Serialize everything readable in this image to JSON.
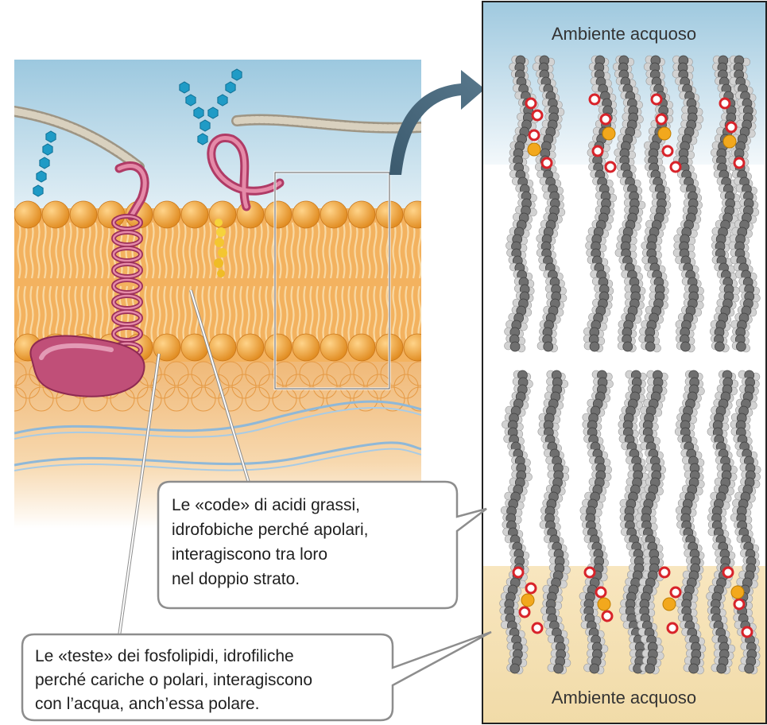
{
  "diagram": {
    "right_panel": {
      "top_label": "Ambiente acquoso",
      "bottom_label": "Ambiente acquoso"
    },
    "callouts": {
      "tails": {
        "lines": [
          "Le «code» di acidi grassi,",
          "idrofobiche perché apolari,",
          "interagiscono tra loro",
          "nel doppio strato."
        ]
      },
      "heads": {
        "lines": [
          "Le «teste» dei fosfolipidi, idrofiliche",
          "perché cariche o polari, interagiscono",
          "con l’acqua, anch’essa polare."
        ]
      }
    },
    "colors": {
      "water_top": "#a9cfe3",
      "water_bottom": "#f3dfae",
      "lipid_head": "#f0a63a",
      "lipid_tail": "#f5c77e",
      "protein": "#c2567a",
      "sugar_chain": "#1f9bc6",
      "fiber": "#b8b0a0",
      "carbon_atom": "#6f6f6f",
      "hydrogen_atom": "#d2d2d2",
      "oxygen_atom": "#d8232a",
      "phosphorus_atom": "#f2a81d"
    }
  }
}
